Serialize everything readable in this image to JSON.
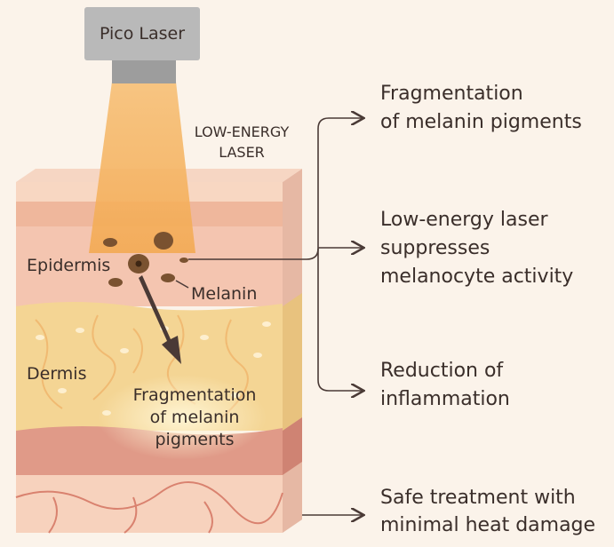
{
  "device": {
    "label": "Pico Laser"
  },
  "beam": {
    "label_line1": "LOW-ENERGY",
    "label_line2": "LASER"
  },
  "skin": {
    "epidermis_label": "Epidermis",
    "melanin_label": "Melanin",
    "dermis_label": "Dermis",
    "fragment_line1": "Fragmentation",
    "fragment_line2": "of melanin",
    "fragment_line3": "pigments"
  },
  "effects": [
    {
      "line1": "Fragmentation",
      "line2": "of melanin pigments"
    },
    {
      "line1": "Low-energy laser",
      "line2": "suppresses",
      "line3": "melanocyte activity"
    },
    {
      "line1": "Reduction of",
      "line2": "inflammation"
    },
    {
      "line1": "Safe treatment with",
      "line2": "minimal heat damage"
    }
  ],
  "colors": {
    "background": "#fbf3ea",
    "beam": "#f6b562",
    "epidermis": "#f2c0a8",
    "dermis": "#f4d594",
    "deep_layer": "#e09a88",
    "melanin": "#7a5230",
    "arrow": "#4a3a36",
    "device_body": "#b9b9b9",
    "device_nozzle": "#9d9d9d"
  }
}
